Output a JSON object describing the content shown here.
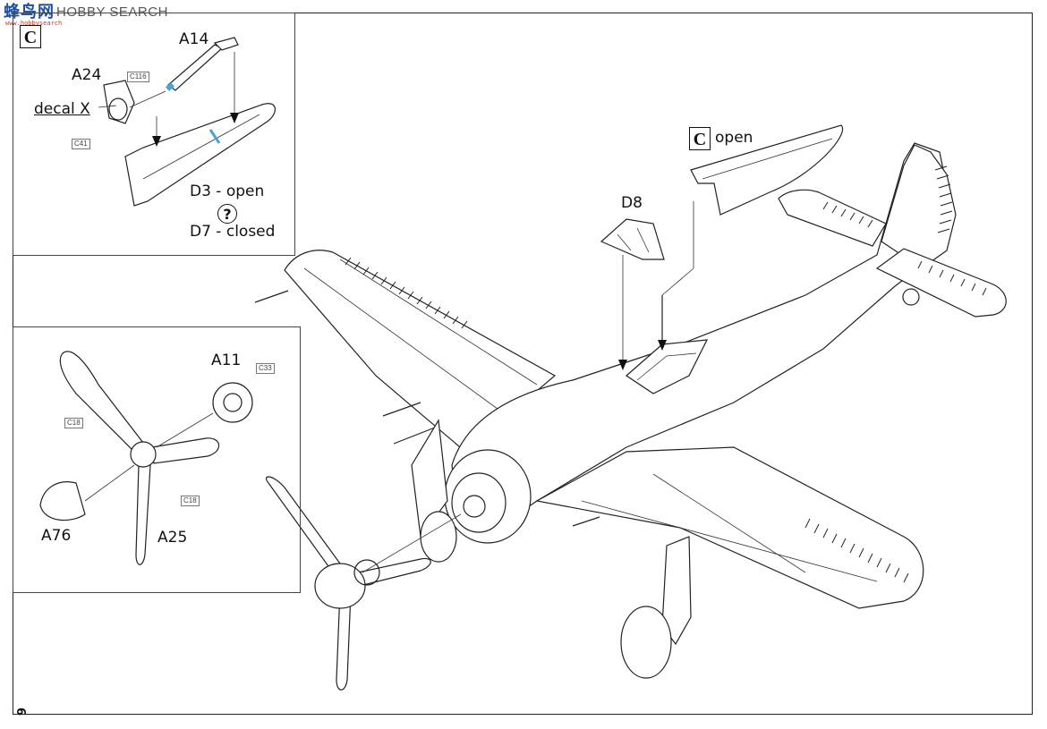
{
  "watermark": {
    "chinese": "蜂鸟网",
    "english": "HOBBY SEARCH",
    "url": "www.hobbysearch"
  },
  "page_number": "9",
  "inset_canopy": {
    "step_badge": "C",
    "labels": {
      "a14": "A14",
      "a24": "A24",
      "decal": "decal X",
      "d3": "D3 - open",
      "question": "?",
      "d7": "D7 - closed"
    },
    "tags": {
      "c116": "C116",
      "c41": "C41"
    }
  },
  "inset_propeller": {
    "labels": {
      "a11": "A11",
      "a76": "A76",
      "a25": "A25"
    },
    "tags": {
      "c33": "C33",
      "c18_top": "C18",
      "c18_bottom": "C18"
    }
  },
  "main": {
    "canopy_badge": "C",
    "canopy_open_label": "open",
    "d8_label": "D8"
  }
}
